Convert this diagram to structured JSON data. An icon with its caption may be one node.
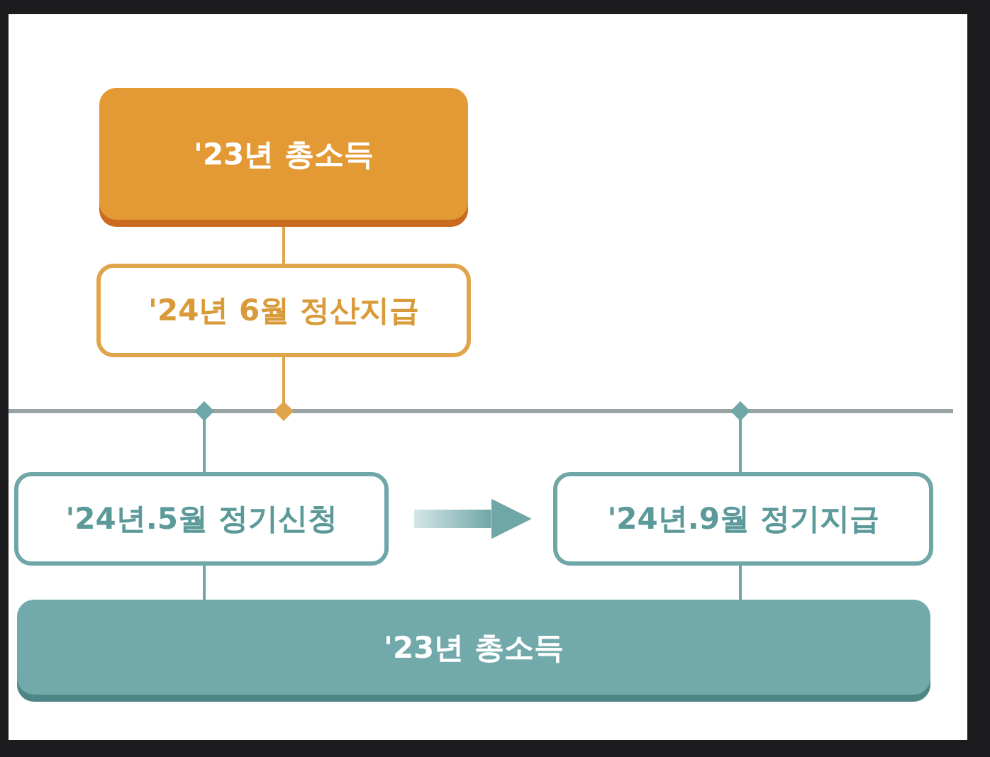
{
  "diagram": {
    "nodes": [
      {
        "text": [
          "'23년 총소득"
        ]
      },
      {
        "text": [
          "'24년 6월 **정산지급**"
        ]
      },
      {
        "text": [
          "'24년.5월 정기신청"
        ]
      },
      {
        "text": [
          "'24년.9월 정기지급"
        ]
      },
      {
        "text": [
          "'23년 총소득"
        ]
      }
    ],
    "edges": [
      {
        "from": 0,
        "to": 1,
        "arrow": "none",
        "color": "#e0a54a"
      },
      {
        "from": 1,
        "to": null,
        "arrow": "other",
        "color": "#e0a54a"
      },
      {
        "from": 2,
        "to": null,
        "arrow": "other"
      },
      {
        "from": 3,
        "to": null,
        "arrow": "other"
      },
      {
        "from": 2,
        "to": 3,
        "arrow": "to",
        "style": "thick"
      },
      {
        "from": 2,
        "to": 4,
        "arrow": "none"
      },
      {
        "from": 3,
        "to": 4,
        "arrow": "none"
      }
    ]
  }
}
